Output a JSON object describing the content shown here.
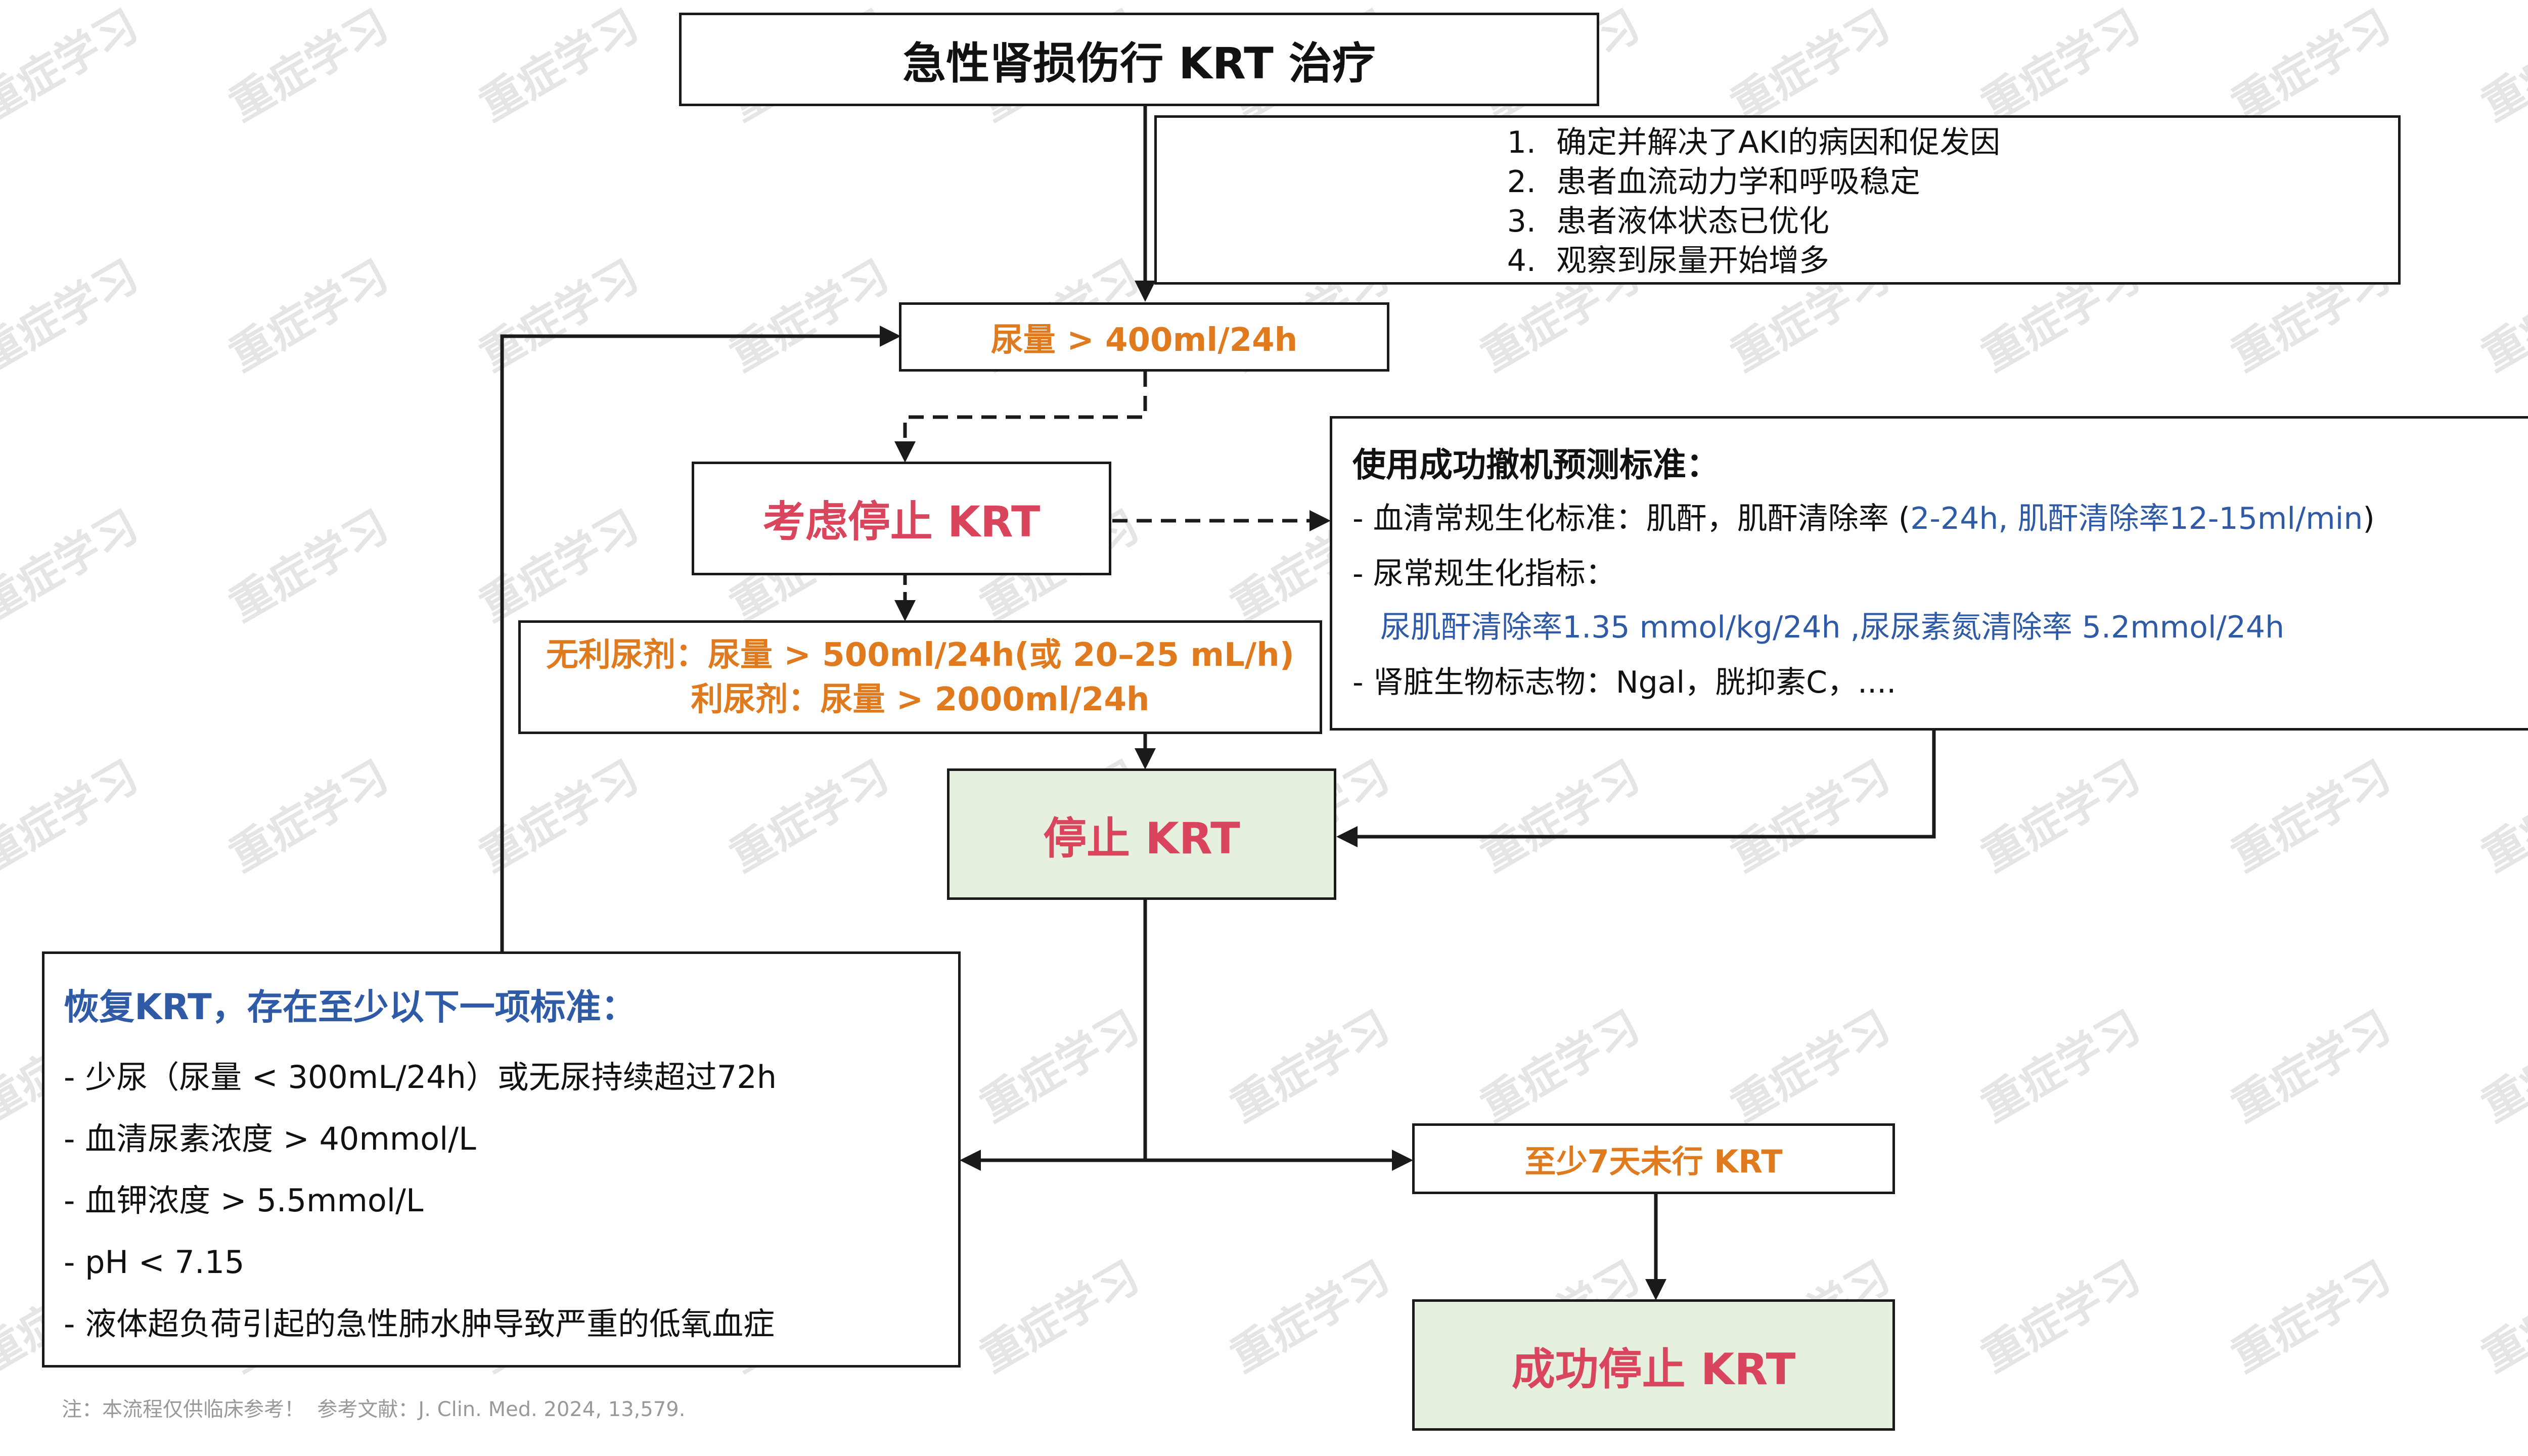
{
  "title": "急性肾损伤行 KRT 治疗",
  "criteria": [
    {
      "num": "1.",
      "text": "确定并解决了AKI的病因和促发因"
    },
    {
      "num": "2.",
      "text": "患者血流动力学和呼吸稳定"
    },
    {
      "num": "3.",
      "text": "患者液体状态已优化"
    },
    {
      "num": "4.",
      "text": "观察到尿量开始增多"
    }
  ],
  "urine_output_box": "尿量 > 400ml/24h",
  "consider_stop": "考虑停止 KRT",
  "thresholds": {
    "line1": "无利尿剂：尿量 > 500ml/24h(或 20–25 mL/h)",
    "line2": "利尿剂：尿量 > 2000ml/24h"
  },
  "predictors": {
    "heading": "使用成功撤机预测标准：",
    "serum_prefix": "- 血清常规生化标准：肌酐，肌酐清除率 (",
    "serum_blue": "2-24h, 肌酐清除率12-15ml/min",
    "serum_suffix": ")",
    "urine_label": "- 尿常规生化指标：",
    "urine_values": "尿肌酐清除率1.35 mmol/kg/24h ,尿尿素氮清除率 5.2mmol/24h",
    "biomarkers": "- 肾脏生物标志物：Ngal，胱抑素C，...."
  },
  "stop_krt": "停止 KRT",
  "resume": {
    "heading": "恢复KRT，存在至少以下一项标准：",
    "items": [
      "- 少尿（尿量 < 300mL/24h）或无尿持续超过72h",
      "- 血清尿素浓度 > 40mmol/L",
      "- 血钾浓度 > 5.5mmol/L",
      "- pH < 7.15",
      "- 液体超负荷引起的急性肺水肿导致严重的低氧血症"
    ]
  },
  "no_krt_7days": "至少7天未行 KRT",
  "success_stop": "成功停止 KRT",
  "footnote": "注：本流程仅供临床参考！  参考文献：J. Clin. Med. 2024, 13,579.",
  "watermark": "重症学习",
  "colors": {
    "orange": "#e07a1f",
    "red": "#d9455c",
    "blue": "#2e5aa6",
    "green_fill": "#e6f0de",
    "border": "#1a1a1a"
  }
}
